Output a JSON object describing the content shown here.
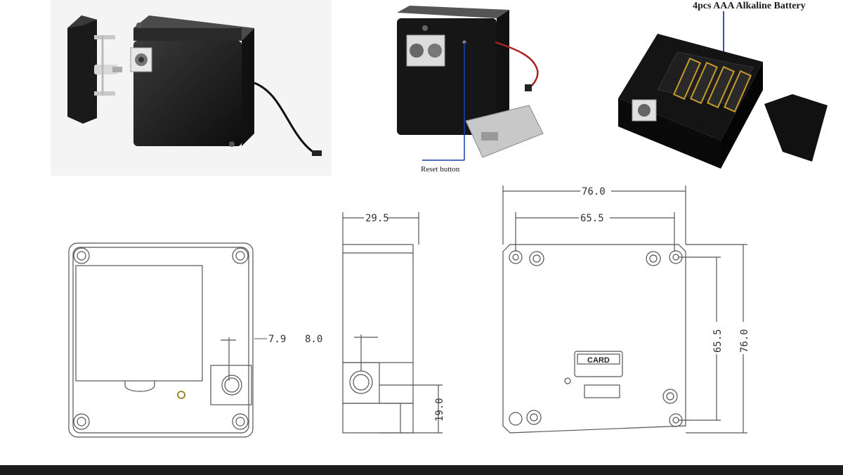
{
  "photos": {
    "battery_caption": "4pcs AAA  Alkaline Battery",
    "reset_caption": "Reset button"
  },
  "drawings": {
    "front": {
      "side_offset": "7.9"
    },
    "side": {
      "width": "29.5",
      "side_offset": "8.0",
      "height_offset": "19.0"
    },
    "back": {
      "width_outer": "76.0",
      "width_inner": "65.5",
      "height_inner": "65.5",
      "height_outer": "76.0",
      "card_label": "CARD"
    }
  }
}
